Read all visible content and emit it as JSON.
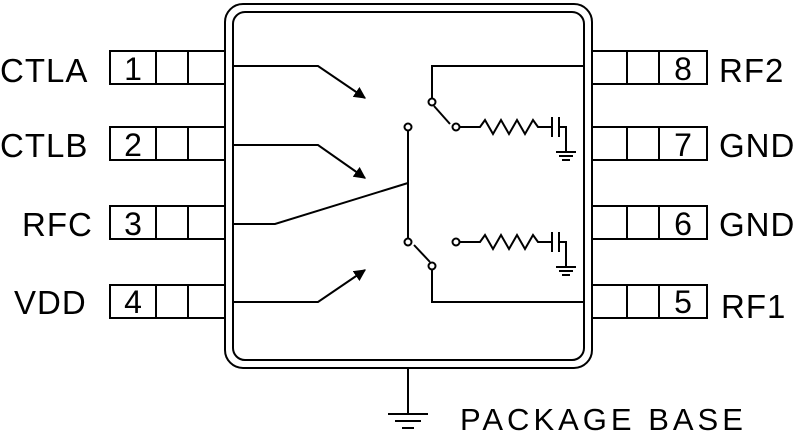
{
  "pins_left": [
    {
      "name": "CTLA",
      "number": "1"
    },
    {
      "name": "CTLB",
      "number": "2"
    },
    {
      "name": "RFC",
      "number": "3"
    },
    {
      "name": "VDD",
      "number": "4"
    }
  ],
  "pins_right": [
    {
      "name": "RF2",
      "number": "8"
    },
    {
      "name": "GND",
      "number": "7"
    },
    {
      "name": "GND",
      "number": "6"
    },
    {
      "name": "RF1",
      "number": "5"
    }
  ],
  "package_label": "PACKAGE BASE"
}
